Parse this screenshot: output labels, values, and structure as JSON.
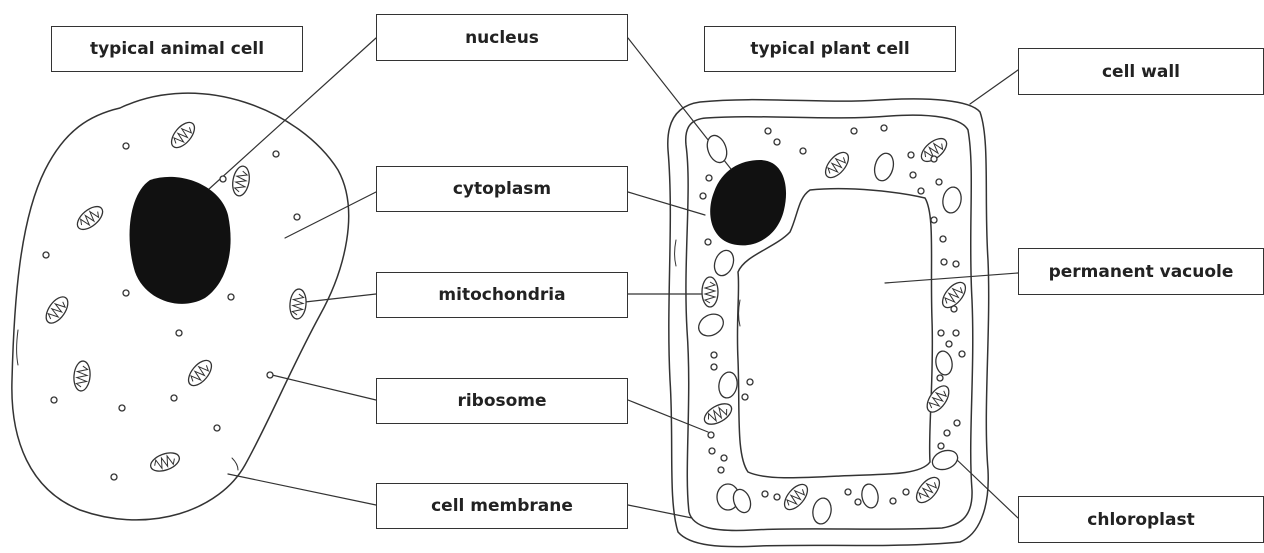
{
  "titles": {
    "animal": "typical animal cell",
    "plant": "typical plant cell"
  },
  "labels": {
    "nucleus": "nucleus",
    "cytoplasm": "cytoplasm",
    "mitochondria": "mitochondria",
    "ribosome": "ribosome",
    "cell_membrane": "cell membrane",
    "cell_wall": "cell wall",
    "permanent_vacuole": "permanent vacuole",
    "chloroplast": "chloroplast"
  }
}
